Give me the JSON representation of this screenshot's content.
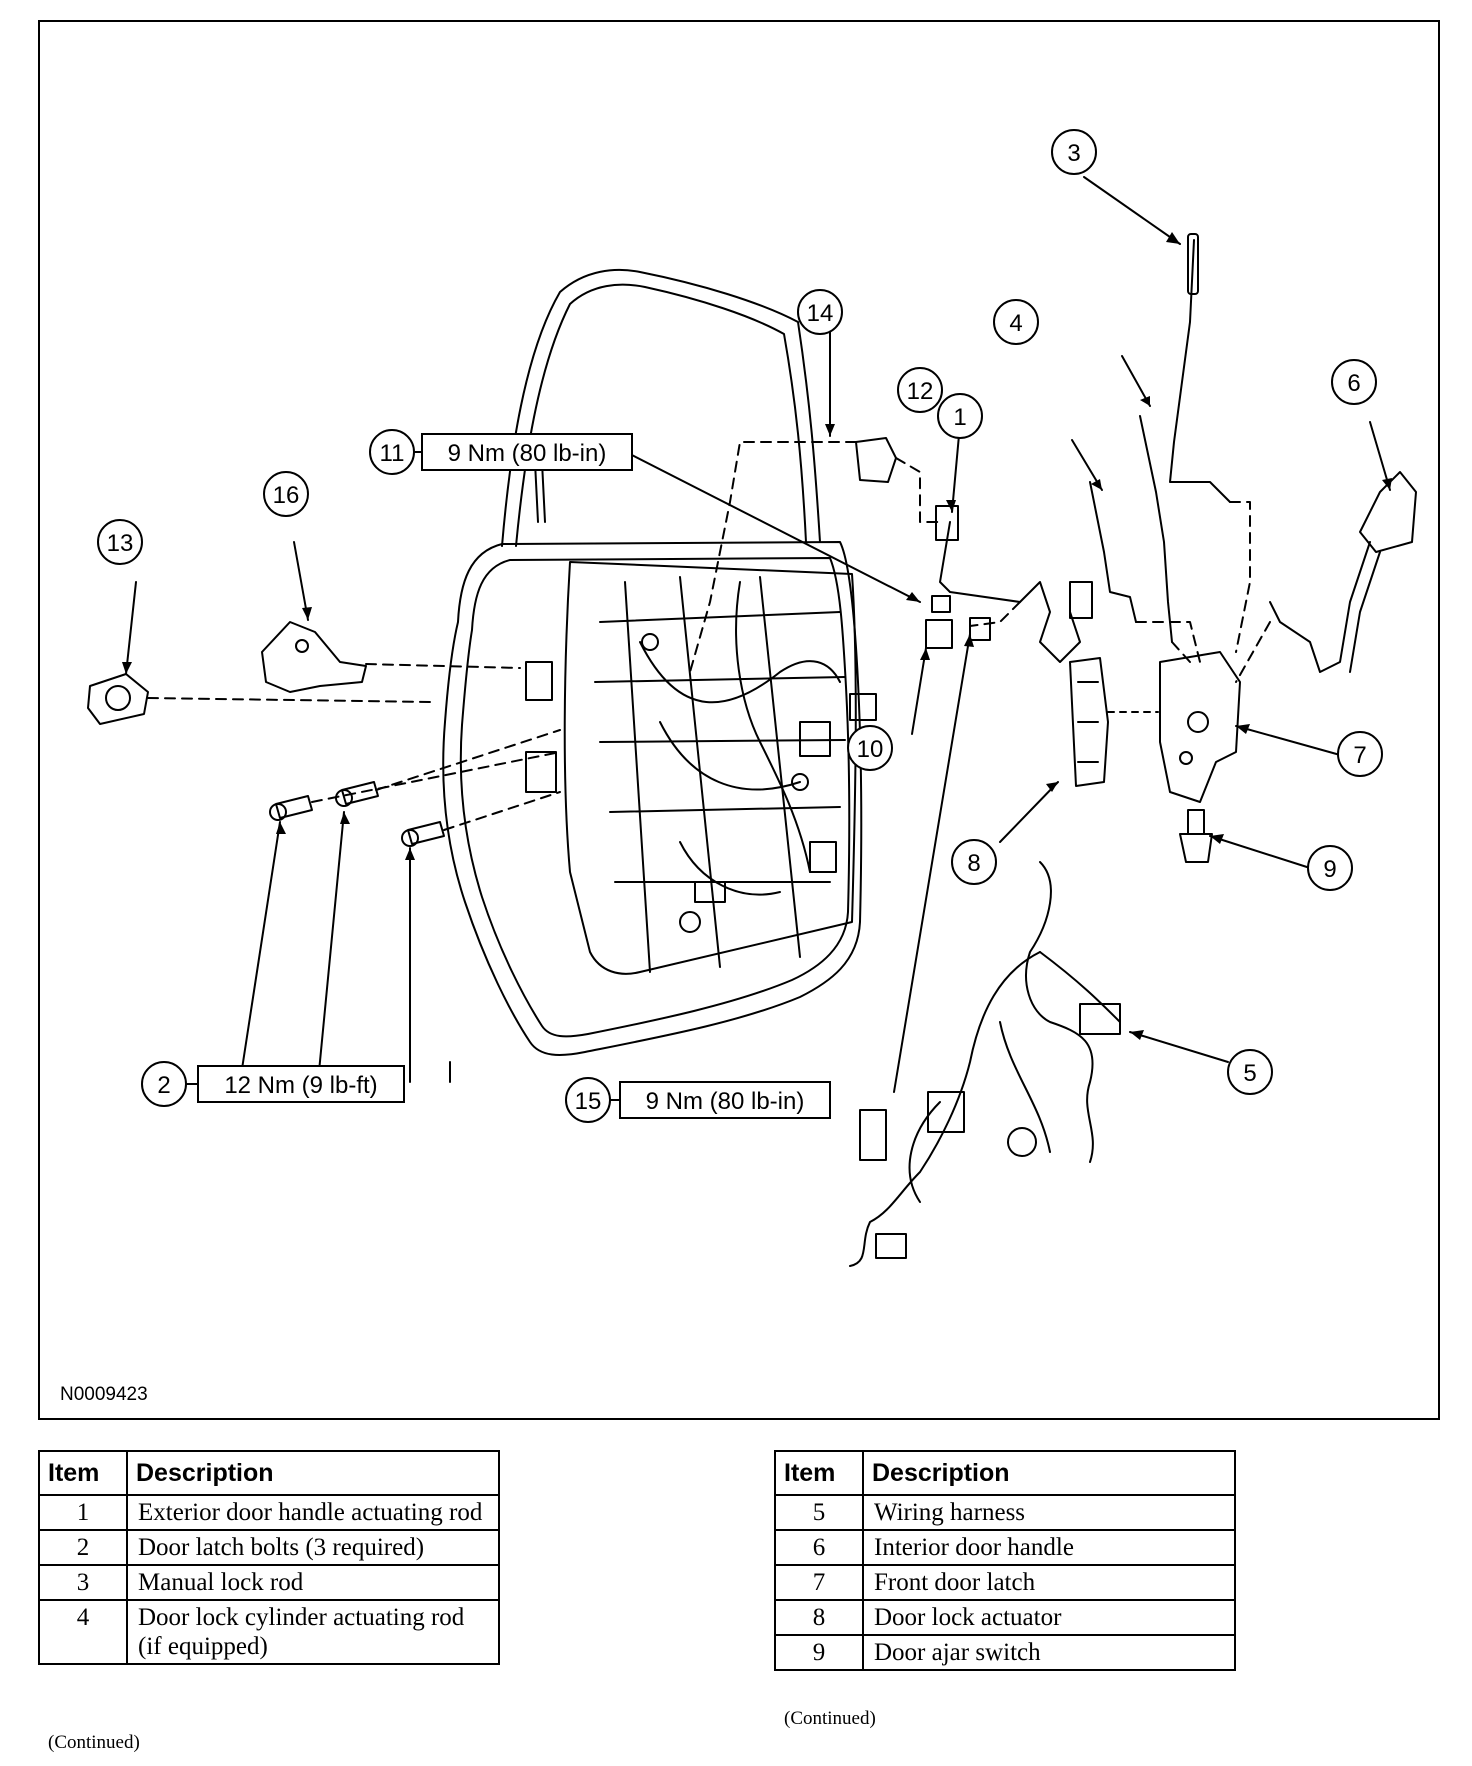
{
  "figure_id": "N0009423",
  "callouts": {
    "c1": "1",
    "c2": "2",
    "c3": "3",
    "c4": "4",
    "c5": "5",
    "c6": "6",
    "c7": "7",
    "c8": "8",
    "c9": "9",
    "c10": "10",
    "c11": "11",
    "c12": "12",
    "c13": "13",
    "c14": "14",
    "c15": "15",
    "c16": "16"
  },
  "torque": {
    "t11": "9 Nm (80 lb-in)",
    "t2": "12 Nm (9 lb-ft)",
    "t15": "9 Nm (80 lb-in)"
  },
  "tables": {
    "header_item": "Item",
    "header_description": "Description",
    "left": [
      {
        "item": "1",
        "description": "Exterior door handle actuating rod"
      },
      {
        "item": "2",
        "description": "Door latch bolts (3 required)"
      },
      {
        "item": "3",
        "description": "Manual lock rod"
      },
      {
        "item": "4",
        "description": "Door lock cylinder actuating rod (if equipped)"
      }
    ],
    "right": [
      {
        "item": "5",
        "description": "Wiring harness"
      },
      {
        "item": "6",
        "description": "Interior door handle"
      },
      {
        "item": "7",
        "description": "Front door latch"
      },
      {
        "item": "8",
        "description": "Door lock actuator"
      },
      {
        "item": "9",
        "description": "Door ajar switch"
      }
    ],
    "continued_left": "(Continued)",
    "continued_right": "(Continued)"
  }
}
